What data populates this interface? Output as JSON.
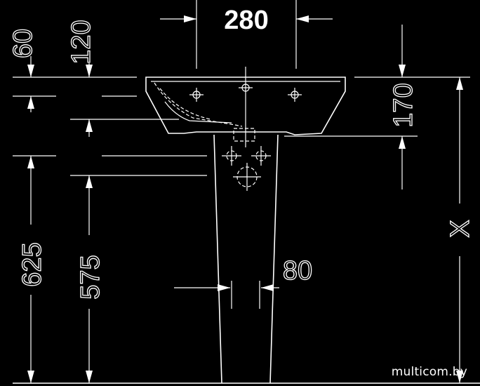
{
  "dimensions": {
    "basin_width_inner": "280",
    "rim_depth_top": "60",
    "rim_depth_low": "120",
    "basin_height": "170",
    "total_height": "625",
    "bowl_height": "575",
    "pedestal_width": "80",
    "variable_height": "X"
  },
  "watermark": "multicom.by",
  "colors": {
    "background": "#000000",
    "lines": "#ffffff"
  }
}
